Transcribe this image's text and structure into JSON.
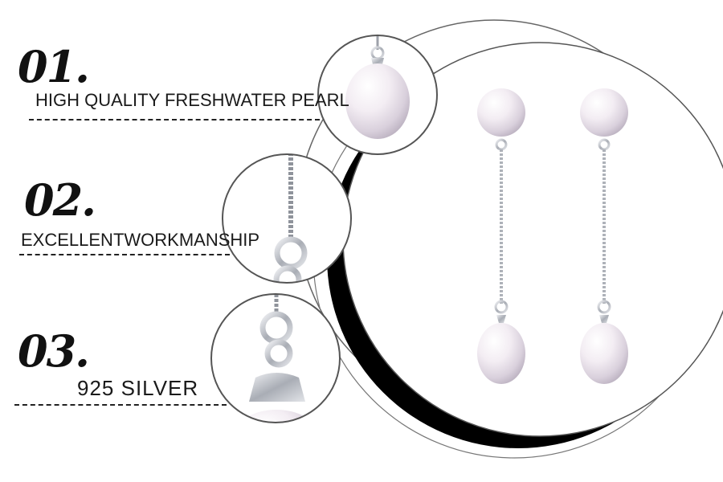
{
  "features": [
    {
      "number": "01.",
      "label": "HIGH QUALITY FRESHWATER PEARL"
    },
    {
      "number": "02.",
      "label": "EXCELLENTWORKMANSHIP"
    },
    {
      "number": "03.",
      "label": "925 SILVER"
    }
  ],
  "colors": {
    "background": "#ffffff",
    "text": "#111111",
    "ring": "#555555",
    "shadow": "#000000",
    "silver": "#c9ccd2",
    "pearl": "#f4eef4"
  },
  "icons": [
    "pearl-detail-icon",
    "chain-detail-icon",
    "clasp-detail-icon",
    "earring-icon"
  ]
}
